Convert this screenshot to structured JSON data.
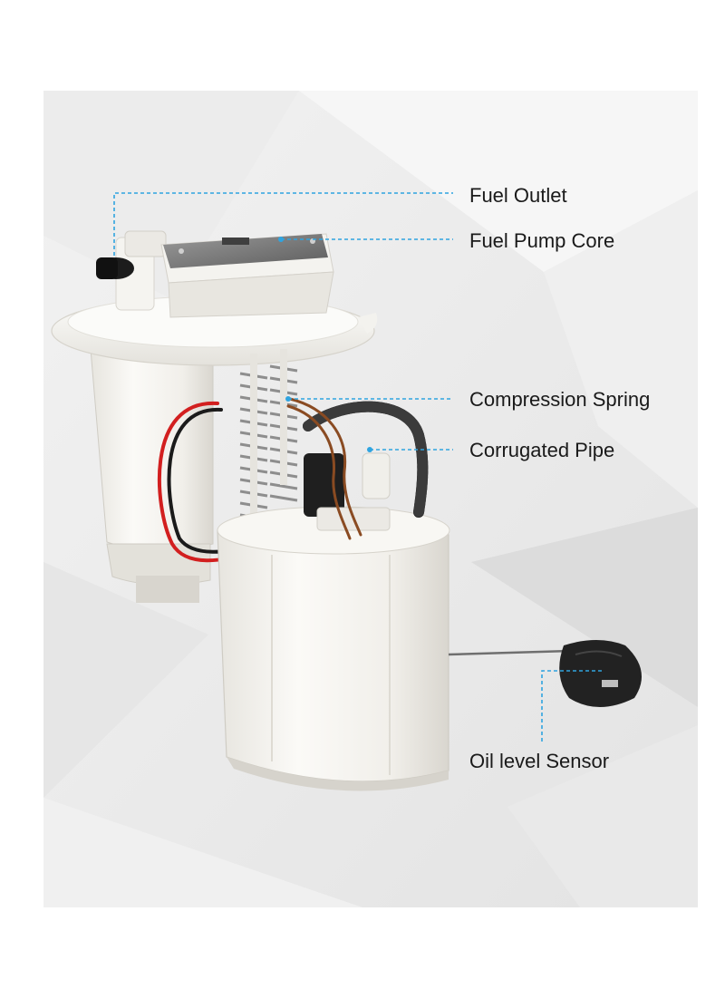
{
  "colors": {
    "leader_line": "#2fa4e0",
    "label_text": "#1a1a1a",
    "housing": "#f4f3ef",
    "wire_red": "#d21f1f",
    "wire_black": "#1b1b1b",
    "wire_brown": "#8a4b22",
    "float": "#222222"
  },
  "labels": {
    "fuel_outlet": "Fuel Outlet",
    "fuel_pump_core": "Fuel Pump Core",
    "compression_spring": "Compression Spring",
    "corrugated_pipe": "Corrugated Pipe",
    "oil_level_sensor": "Oil level Sensor"
  }
}
